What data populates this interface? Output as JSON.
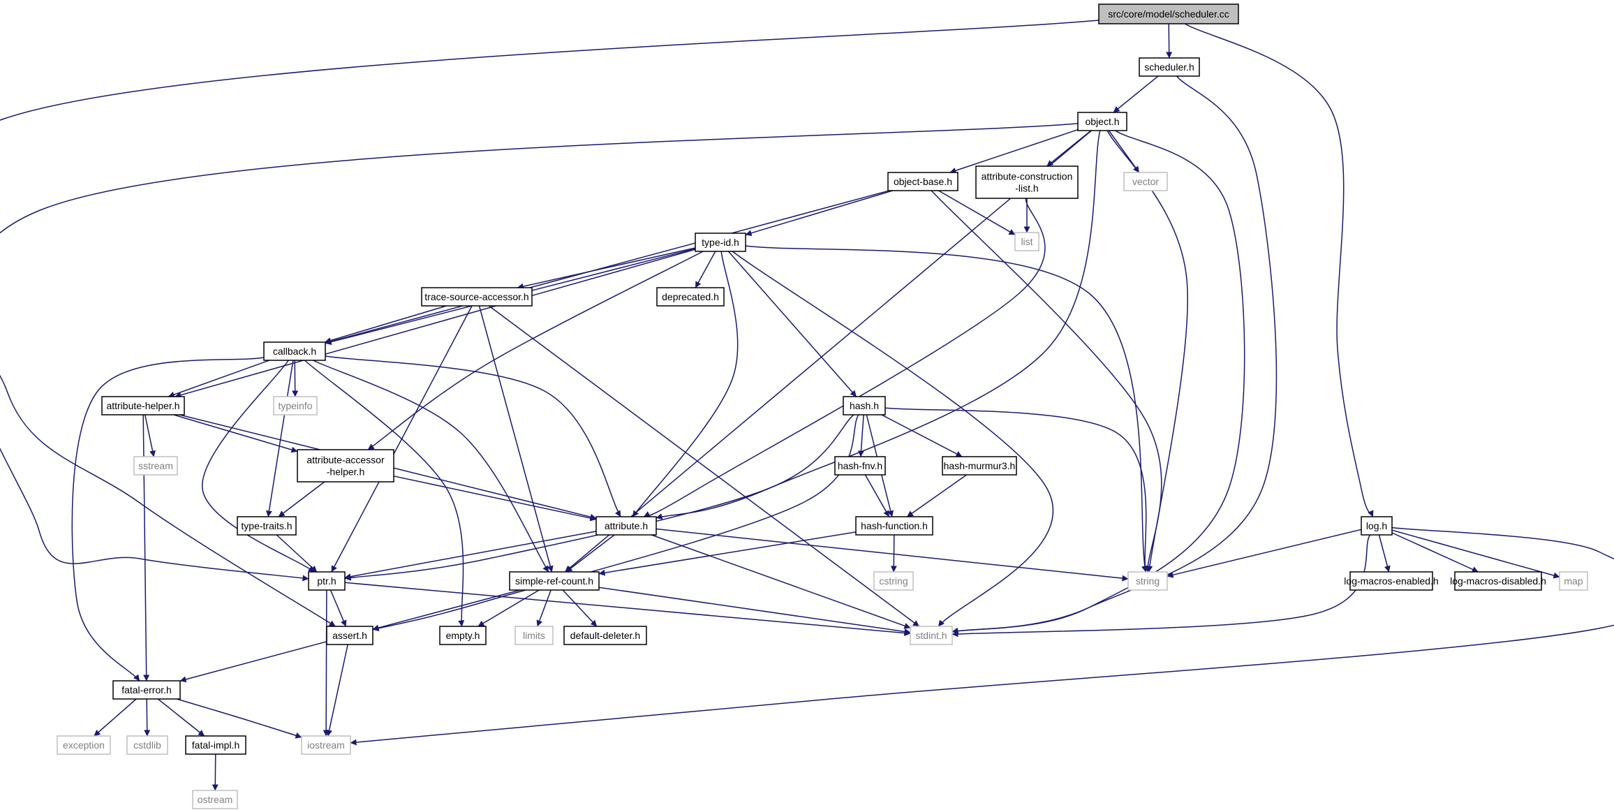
{
  "nodes": [
    {
      "id": "scheduler_cc",
      "lines": [
        "src/core/model/scheduler.cc"
      ],
      "kind": "root"
    },
    {
      "id": "scheduler_h",
      "lines": [
        "scheduler.h"
      ],
      "kind": "local"
    },
    {
      "id": "object_h",
      "lines": [
        "object.h"
      ],
      "kind": "local"
    },
    {
      "id": "object_base_h",
      "lines": [
        "object-base.h"
      ],
      "kind": "local"
    },
    {
      "id": "attr_constr_h",
      "lines": [
        "attribute-construction",
        "-list.h"
      ],
      "kind": "local"
    },
    {
      "id": "vector",
      "lines": [
        "vector"
      ],
      "kind": "system"
    },
    {
      "id": "list",
      "lines": [
        "list"
      ],
      "kind": "system"
    },
    {
      "id": "type_id_h",
      "lines": [
        "type-id.h"
      ],
      "kind": "local"
    },
    {
      "id": "trace_src_h",
      "lines": [
        "trace-source-accessor.h"
      ],
      "kind": "local"
    },
    {
      "id": "deprecated_h",
      "lines": [
        "deprecated.h"
      ],
      "kind": "local"
    },
    {
      "id": "callback_h",
      "lines": [
        "callback.h"
      ],
      "kind": "local"
    },
    {
      "id": "typeinfo",
      "lines": [
        "typeinfo"
      ],
      "kind": "system"
    },
    {
      "id": "attr_helper_h",
      "lines": [
        "attribute-helper.h"
      ],
      "kind": "local"
    },
    {
      "id": "sstream",
      "lines": [
        "sstream"
      ],
      "kind": "system"
    },
    {
      "id": "attr_acc_h",
      "lines": [
        "attribute-accessor",
        "-helper.h"
      ],
      "kind": "local"
    },
    {
      "id": "type_traits_h",
      "lines": [
        "type-traits.h"
      ],
      "kind": "local"
    },
    {
      "id": "attribute_h",
      "lines": [
        "attribute.h"
      ],
      "kind": "local"
    },
    {
      "id": "hash_h",
      "lines": [
        "hash.h"
      ],
      "kind": "local"
    },
    {
      "id": "hash_fnv_h",
      "lines": [
        "hash-fnv.h"
      ],
      "kind": "local"
    },
    {
      "id": "hash_murmur_h",
      "lines": [
        "hash-murmur3.h"
      ],
      "kind": "local"
    },
    {
      "id": "hash_function_h",
      "lines": [
        "hash-function.h"
      ],
      "kind": "local"
    },
    {
      "id": "cstring",
      "lines": [
        "cstring"
      ],
      "kind": "system"
    },
    {
      "id": "string",
      "lines": [
        "string"
      ],
      "kind": "system"
    },
    {
      "id": "ptr_h",
      "lines": [
        "ptr.h"
      ],
      "kind": "local"
    },
    {
      "id": "simple_ref_h",
      "lines": [
        "simple-ref-count.h"
      ],
      "kind": "local"
    },
    {
      "id": "assert_h",
      "lines": [
        "assert.h"
      ],
      "kind": "local"
    },
    {
      "id": "empty_h",
      "lines": [
        "empty.h"
      ],
      "kind": "local"
    },
    {
      "id": "limits",
      "lines": [
        "limits"
      ],
      "kind": "system"
    },
    {
      "id": "default_del_h",
      "lines": [
        "default-deleter.h"
      ],
      "kind": "local"
    },
    {
      "id": "stdint_h",
      "lines": [
        "stdint.h"
      ],
      "kind": "system"
    },
    {
      "id": "fatal_error_h",
      "lines": [
        "fatal-error.h"
      ],
      "kind": "local"
    },
    {
      "id": "exception",
      "lines": [
        "exception"
      ],
      "kind": "system"
    },
    {
      "id": "cstdlib",
      "lines": [
        "cstdlib"
      ],
      "kind": "system"
    },
    {
      "id": "fatal_impl_h",
      "lines": [
        "fatal-impl.h"
      ],
      "kind": "local"
    },
    {
      "id": "iostream",
      "lines": [
        "iostream"
      ],
      "kind": "system"
    },
    {
      "id": "ostream",
      "lines": [
        "ostream"
      ],
      "kind": "system"
    },
    {
      "id": "log_h",
      "lines": [
        "log.h"
      ],
      "kind": "local"
    },
    {
      "id": "log_enabled_h",
      "lines": [
        "log-macros-enabled.h"
      ],
      "kind": "local"
    },
    {
      "id": "log_disabled_h",
      "lines": [
        "log-macros-disabled.h"
      ],
      "kind": "local"
    },
    {
      "id": "map",
      "lines": [
        "map"
      ],
      "kind": "system"
    }
  ],
  "edges": [
    [
      "scheduler_cc",
      "scheduler_h"
    ],
    [
      "scheduler_cc",
      "assert_h"
    ],
    [
      "scheduler_cc",
      "log_h"
    ],
    [
      "scheduler_h",
      "object_h"
    ],
    [
      "scheduler_h",
      "stdint_h"
    ],
    [
      "object_h",
      "object_base_h"
    ],
    [
      "object_h",
      "attr_constr_h"
    ],
    [
      "object_h",
      "vector"
    ],
    [
      "object_h",
      "string"
    ],
    [
      "object_h",
      "stdint_h"
    ],
    [
      "object_h",
      "attribute_h"
    ],
    [
      "object_h",
      "simple_ref_h"
    ],
    [
      "object_h",
      "ptr_h"
    ],
    [
      "object_base_h",
      "type_id_h"
    ],
    [
      "object_base_h",
      "list"
    ],
    [
      "object_base_h",
      "string"
    ],
    [
      "object_base_h",
      "callback_h"
    ],
    [
      "attr_constr_h",
      "list"
    ],
    [
      "attr_constr_h",
      "attribute_h"
    ],
    [
      "type_id_h",
      "trace_src_h"
    ],
    [
      "type_id_h",
      "deprecated_h"
    ],
    [
      "type_id_h",
      "callback_h"
    ],
    [
      "type_id_h",
      "attr_helper_h"
    ],
    [
      "type_id_h",
      "attr_acc_h"
    ],
    [
      "type_id_h",
      "attribute_h"
    ],
    [
      "type_id_h",
      "hash_h"
    ],
    [
      "type_id_h",
      "string"
    ],
    [
      "type_id_h",
      "stdint_h"
    ],
    [
      "trace_src_h",
      "callback_h"
    ],
    [
      "trace_src_h",
      "ptr_h"
    ],
    [
      "trace_src_h",
      "simple_ref_h"
    ],
    [
      "trace_src_h",
      "stdint_h"
    ],
    [
      "callback_h",
      "typeinfo"
    ],
    [
      "callback_h",
      "attr_helper_h"
    ],
    [
      "callback_h",
      "type_traits_h"
    ],
    [
      "callback_h",
      "ptr_h"
    ],
    [
      "callback_h",
      "fatal_error_h"
    ],
    [
      "callback_h",
      "empty_h"
    ],
    [
      "callback_h",
      "simple_ref_h"
    ],
    [
      "callback_h",
      "attribute_h"
    ],
    [
      "attr_helper_h",
      "sstream"
    ],
    [
      "attr_helper_h",
      "attr_acc_h"
    ],
    [
      "attr_helper_h",
      "attribute_h"
    ],
    [
      "attr_helper_h",
      "fatal_error_h"
    ],
    [
      "attr_acc_h",
      "type_traits_h"
    ],
    [
      "attr_acc_h",
      "attribute_h"
    ],
    [
      "type_traits_h",
      "ptr_h"
    ],
    [
      "attribute_h",
      "ptr_h"
    ],
    [
      "attribute_h",
      "simple_ref_h"
    ],
    [
      "attribute_h",
      "string"
    ],
    [
      "attribute_h",
      "stdint_h"
    ],
    [
      "hash_h",
      "hash_fnv_h"
    ],
    [
      "hash_h",
      "hash_murmur_h"
    ],
    [
      "hash_h",
      "hash_function_h"
    ],
    [
      "hash_h",
      "string"
    ],
    [
      "hash_h",
      "ptr_h"
    ],
    [
      "hash_h",
      "assert_h"
    ],
    [
      "hash_fnv_h",
      "hash_function_h"
    ],
    [
      "hash_murmur_h",
      "hash_function_h"
    ],
    [
      "hash_function_h",
      "cstring"
    ],
    [
      "hash_function_h",
      "simple_ref_h"
    ],
    [
      "ptr_h",
      "assert_h"
    ],
    [
      "ptr_h",
      "iostream"
    ],
    [
      "ptr_h",
      "stdint_h"
    ],
    [
      "simple_ref_h",
      "assert_h"
    ],
    [
      "simple_ref_h",
      "empty_h"
    ],
    [
      "simple_ref_h",
      "limits"
    ],
    [
      "simple_ref_h",
      "default_del_h"
    ],
    [
      "simple_ref_h",
      "stdint_h"
    ],
    [
      "assert_h",
      "fatal_error_h"
    ],
    [
      "assert_h",
      "iostream"
    ],
    [
      "fatal_error_h",
      "exception"
    ],
    [
      "fatal_error_h",
      "cstdlib"
    ],
    [
      "fatal_error_h",
      "fatal_impl_h"
    ],
    [
      "fatal_error_h",
      "iostream"
    ],
    [
      "fatal_impl_h",
      "ostream"
    ],
    [
      "log_h",
      "string"
    ],
    [
      "log_h",
      "stdint_h"
    ],
    [
      "log_h",
      "log_enabled_h"
    ],
    [
      "log_h",
      "log_disabled_h"
    ],
    [
      "log_h",
      "map"
    ],
    [
      "log_h",
      "iostream"
    ]
  ]
}
